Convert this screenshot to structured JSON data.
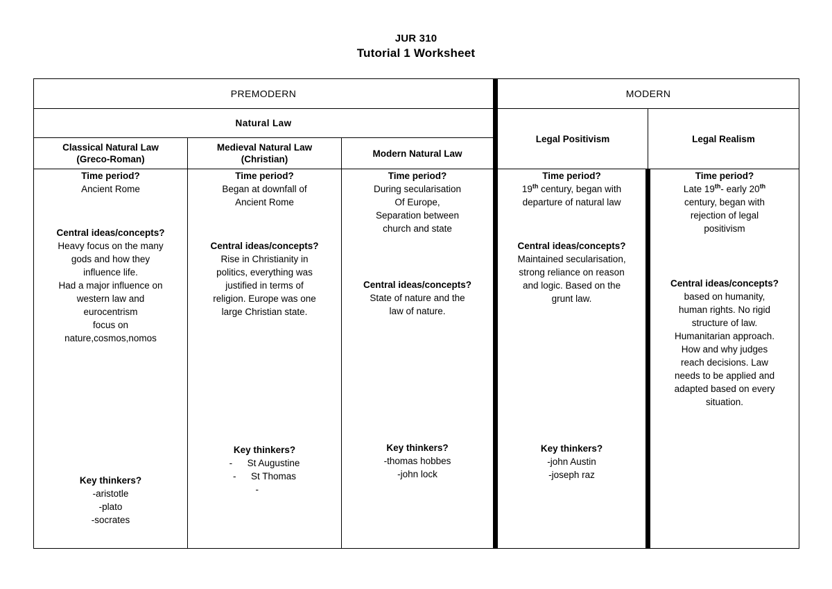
{
  "document": {
    "course_code": "JUR 310",
    "title": "Tutorial 1 Worksheet"
  },
  "colors": {
    "premodern_band": "#1CA9E3",
    "modern_band": "#2B7CC4",
    "natural_law_band": "#26CAD3",
    "legal_positivism": "#44BA96",
    "legal_realism": "#3F8B53",
    "border": "#000000",
    "cell_background": "#FFFFFF"
  },
  "table": {
    "era_headers": [
      {
        "label": "PREMODERN",
        "span": 3
      },
      {
        "label": "MODERN",
        "span": 2
      }
    ],
    "family_headers": [
      {
        "label": "Natural Law",
        "span": 3
      }
    ],
    "columns": [
      {
        "id": "classical-natural-law",
        "header_line1": "Classical Natural Law",
        "header_line2": "(Greco-Roman)",
        "sections": [
          {
            "question": "Time period?",
            "answer_lines": [
              "Ancient Rome"
            ]
          },
          {
            "question": "Central ideas/concepts?",
            "answer_lines": [
              "Heavy focus on the many",
              "gods and how they",
              "influence life.",
              "Had a major influence on",
              "western law and",
              "eurocentrism",
              "focus on",
              "nature,cosmos,nomos"
            ]
          },
          {
            "question": "Key thinkers?",
            "answer_lines": [
              "-aristotle",
              "-plato",
              "-socrates"
            ]
          }
        ]
      },
      {
        "id": "medieval-natural-law",
        "header_line1": "Medieval Natural Law",
        "header_line2": "(Christian)",
        "sections": [
          {
            "question": "Time period?",
            "answer_lines": [
              "Began at downfall of",
              "Ancient Rome"
            ]
          },
          {
            "question": "Central ideas/concepts?",
            "answer_lines": [
              "Rise in Christianity in",
              "politics, everything was",
              "justified in terms of",
              "religion. Europe was one",
              "large Christian state."
            ]
          },
          {
            "question": "Key thinkers?",
            "bullets": [
              "St Augustine",
              "St Thomas",
              ""
            ]
          }
        ]
      },
      {
        "id": "modern-natural-law",
        "header_line1": "Modern Natural Law",
        "header_line2": "",
        "sections": [
          {
            "question": "Time period?",
            "answer_lines": [
              "During secularisation",
              "Of Europe,",
              "Separation between",
              "church and state"
            ]
          },
          {
            "question": "Central ideas/concepts?",
            "answer_lines": [
              "State of nature and the",
              "law of nature."
            ]
          },
          {
            "question": "Key thinkers?",
            "answer_lines": [
              "-thomas hobbes",
              "-john lock"
            ]
          }
        ]
      },
      {
        "id": "legal-positivism",
        "category_label": "Legal Positivism",
        "sections": [
          {
            "question": "Time period?",
            "answer_lines": [
              "19th century, began with",
              "departure of natural law"
            ],
            "answer_html": [
              "19<sup>th</sup> century, began with",
              "departure of natural law"
            ]
          },
          {
            "question": "Central ideas/concepts?",
            "answer_lines": [
              "Maintained secularisation,",
              "strong reliance on reason",
              "and logic. Based on the",
              "grunt law."
            ]
          },
          {
            "question": "Key thinkers?",
            "answer_lines": [
              "-john Austin",
              "-joseph raz"
            ]
          }
        ]
      },
      {
        "id": "legal-realism",
        "category_label": "Legal Realism",
        "sections": [
          {
            "question": "Time period?",
            "answer_lines": [
              "Late 19th- early 20th",
              "century, began with",
              "rejection of legal",
              "positivism"
            ],
            "answer_html": [
              "Late 19<sup>th</sup>- early 20<sup>th</sup>",
              "century, began with",
              "rejection of legal",
              "positivism"
            ]
          },
          {
            "question": "Central ideas/concepts?",
            "answer_lines": [
              "based on humanity,",
              "human rights. No rigid",
              "structure of law.",
              "Humanitarian approach.",
              "How and why judges",
              "reach decisions. Law",
              "needs to be applied and",
              "adapted based on every",
              "situation."
            ]
          }
        ]
      }
    ]
  }
}
